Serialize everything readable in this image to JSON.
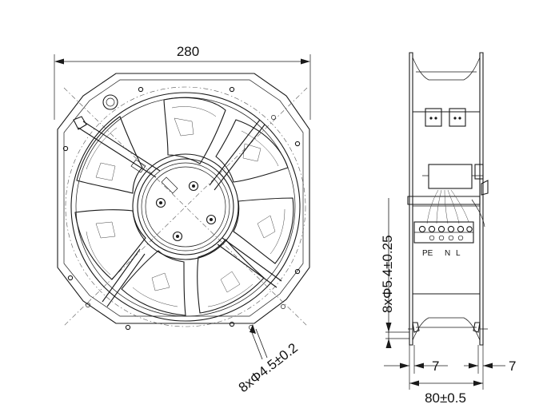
{
  "front_view": {
    "width_dimension": "280",
    "mount_hole_note": "8xΦ4.5±0.2"
  },
  "side_view": {
    "mount_hole_note": "8xΦ5.4±0.25",
    "terminal_labels": [
      "PE",
      "N",
      "L"
    ],
    "flange_left": "7",
    "flange_right": "7",
    "depth_dimension": "80±0.5"
  }
}
